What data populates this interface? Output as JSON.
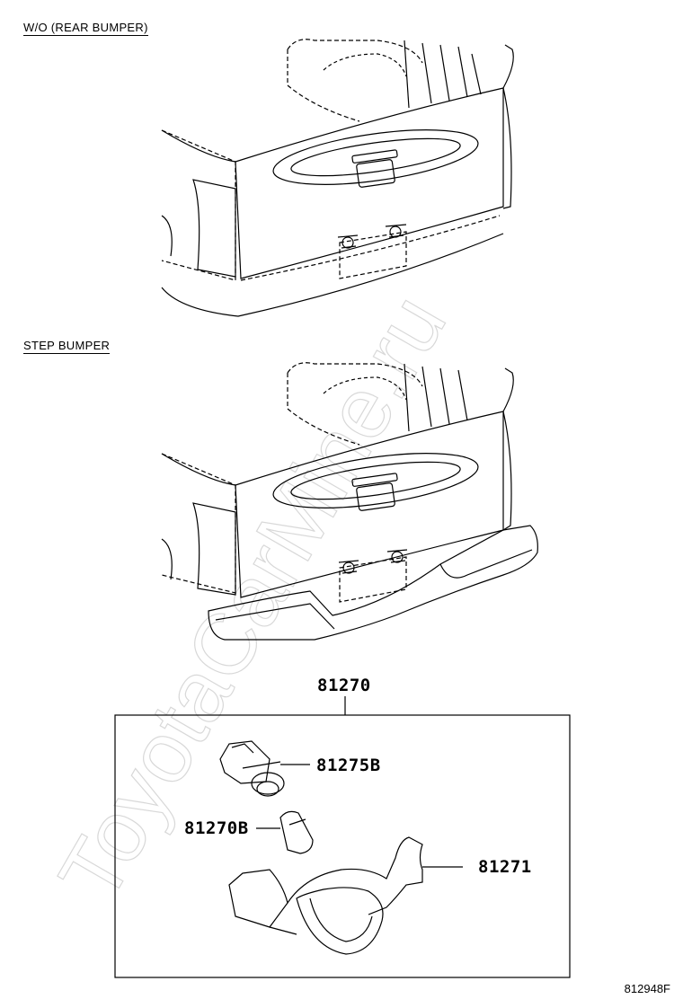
{
  "sections": {
    "wo_rear_bumper": "W/O  (REAR BUMPER)",
    "step_bumper": "STEP BUMPER"
  },
  "parts": {
    "assembly": "81270",
    "socket": "81275B",
    "bulb": "81270B",
    "lamp_body": "81271"
  },
  "figure_id": "812948F",
  "watermark": "ToyotaCarMine.ru"
}
